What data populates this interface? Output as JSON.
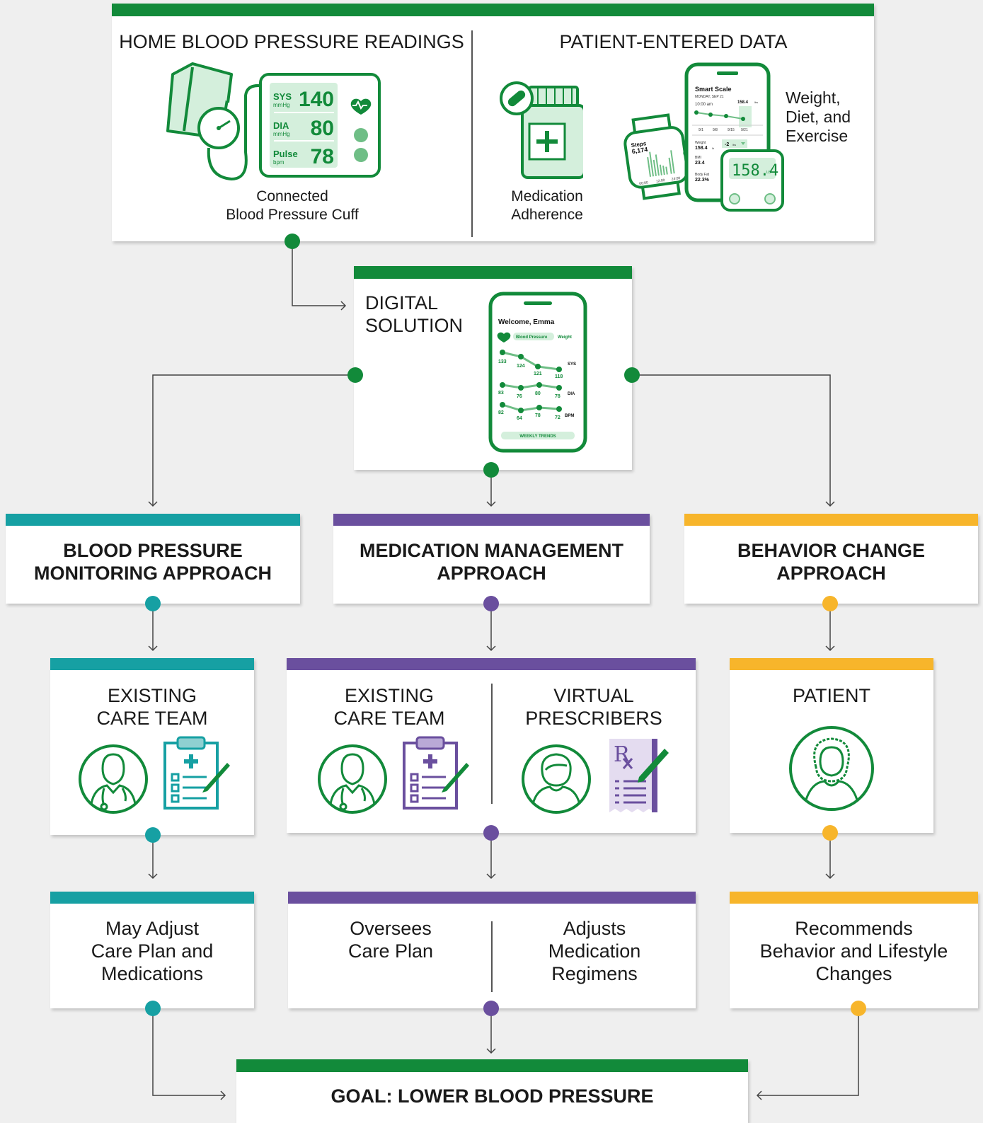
{
  "colors": {
    "green": "#128a3a",
    "teal": "#16a0a3",
    "purple": "#6a4f9e",
    "gold": "#f7b52b",
    "light_green": "#d4efdc"
  },
  "top": {
    "left_title": "HOME BLOOD PRESSURE READINGS",
    "right_title": "PATIENT-ENTERED DATA",
    "cuff_caption_1": "Connected",
    "cuff_caption_2": "Blood Pressure Cuff",
    "med_caption_1": "Medication",
    "med_caption_2": "Adherence",
    "wde_1": "Weight,",
    "wde_2": "Diet, and",
    "wde_3": "Exercise",
    "monitor": {
      "sys_label": "SYS",
      "sys_unit": "mmHg",
      "sys": "140",
      "dia_label": "DIA",
      "dia_unit": "mmHg",
      "dia": "80",
      "pulse_label": "Pulse",
      "pulse_unit": "bpm",
      "pulse": "78"
    },
    "watch": {
      "steps_label": "Steps",
      "steps": "6,174",
      "t1": "00:00",
      "t2": "12:00",
      "t3": "24:00"
    },
    "scale_app": {
      "title": "Smart Scale",
      "date": "MONDAY, SEP 21",
      "time": "10:00 am",
      "weight_top": "158.4",
      "weight_top_unit": "lbs",
      "d1": "9/1",
      "d2": "9/8",
      "d3": "9/15",
      "d4": "9/21",
      "weight_label": "Weight",
      "weight": "158.4",
      "weight_unit": "lb",
      "change": "-2",
      "change_unit": "lbs",
      "bmi_label": "BMI",
      "bmi": "23.4",
      "fat_label": "Body Fat",
      "fat": "22.3%"
    },
    "scale": {
      "value": "158.4",
      "unit": "LB"
    }
  },
  "digital": {
    "title_1": "DIGITAL",
    "title_2": "SOLUTION",
    "app": {
      "welcome": "Welcome, Emma",
      "tab1": "Blood Pressure",
      "tab2": "Weight",
      "sys": [
        "133",
        "124",
        "121",
        "118"
      ],
      "sys_label": "SYS",
      "dia": [
        "83",
        "76",
        "80",
        "78"
      ],
      "dia_label": "DIA",
      "bpm": [
        "82",
        "64",
        "78",
        "72"
      ],
      "bpm_label": "BPM",
      "footer": "WEEKLY TRENDS"
    }
  },
  "approaches": {
    "bp": {
      "line1": "BLOOD PRESSURE",
      "line2": "MONITORING APPROACH"
    },
    "med": {
      "line1": "MEDICATION MANAGEMENT",
      "line2": "APPROACH"
    },
    "beh": {
      "line1": "BEHAVIOR CHANGE",
      "line2": "APPROACH"
    }
  },
  "teams": {
    "bp": {
      "line1": "EXISTING",
      "line2": "CARE TEAM"
    },
    "med_left": {
      "line1": "EXISTING",
      "line2": "CARE TEAM"
    },
    "med_right": {
      "line1": "VIRTUAL",
      "line2": "PRESCRIBERS"
    },
    "beh": {
      "line1": "PATIENT"
    }
  },
  "actions": {
    "bp": {
      "line1": "May Adjust",
      "line2": "Care Plan and",
      "line3": "Medications"
    },
    "med_left": {
      "line1": "Oversees",
      "line2": "Care Plan"
    },
    "med_right": {
      "line1": "Adjusts",
      "line2": "Medication",
      "line3": "Regimens"
    },
    "beh": {
      "line1": "Recommends",
      "line2": "Behavior and Lifestyle",
      "line3": "Changes"
    }
  },
  "goal": {
    "label": "GOAL: LOWER BLOOD PRESSURE"
  }
}
